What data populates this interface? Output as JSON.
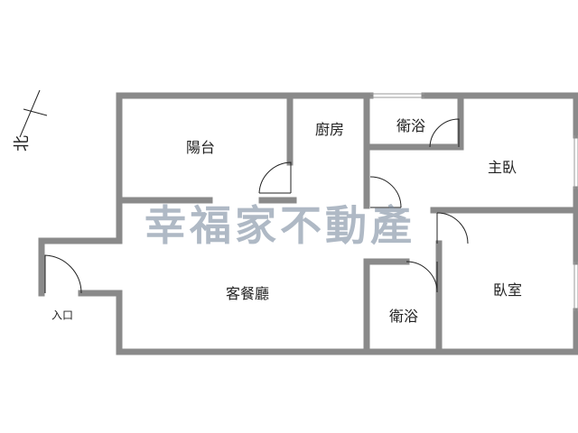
{
  "rooms": {
    "balcony": "陽台",
    "kitchen": "廚房",
    "bath_top": "衛浴",
    "master_bedroom": "主臥",
    "living_dining": "客餐廳",
    "bath_bottom": "衛浴",
    "bedroom": "臥室",
    "entrance": "入口"
  },
  "compass": {
    "north": "北"
  },
  "watermark": "幸福家不動產",
  "colors": {
    "wall": "#8a8a8a",
    "watermark": "#6e8096"
  }
}
